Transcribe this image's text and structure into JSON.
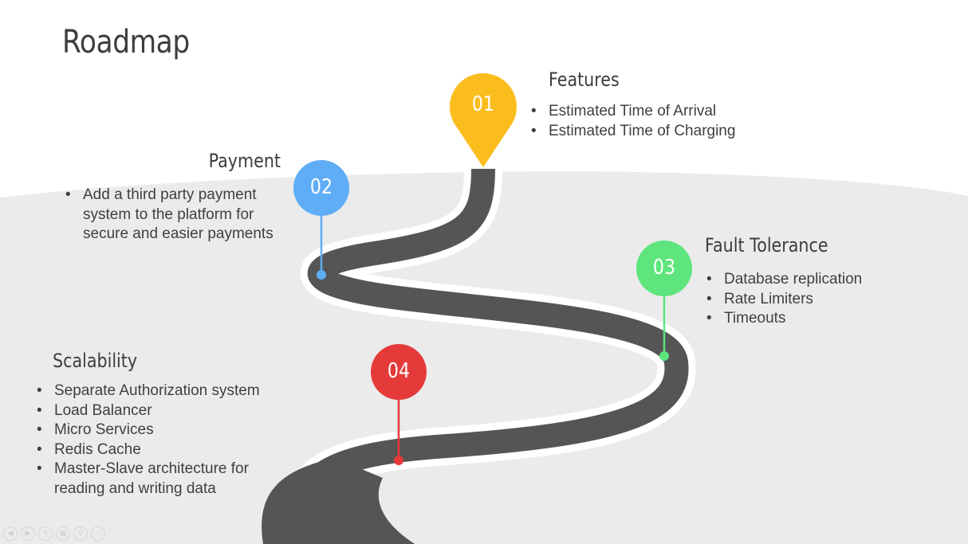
{
  "title": "Roadmap",
  "colors": {
    "road": "#555555",
    "road_edge": "#ffffff",
    "hill": "#ebebeb",
    "step1": "#fbbd1e",
    "step2": "#5eadf6",
    "step3": "#5ee57d",
    "step4": "#e53a3a"
  },
  "steps": [
    {
      "number": "01",
      "heading": "Features",
      "items": [
        "Estimated Time of Arrival",
        "Estimated Time of Charging"
      ]
    },
    {
      "number": "02",
      "heading": "Payment",
      "items": [
        "Add a third party payment system to the platform for secure and easier payments"
      ]
    },
    {
      "number": "03",
      "heading": "Fault Tolerance",
      "items": [
        "Database replication",
        "Rate Limiters",
        "Timeouts"
      ]
    },
    {
      "number": "04",
      "heading": "Scalability",
      "items": [
        "Separate Authorization system",
        "Load Balancer",
        "Micro Services",
        "Redis Cache",
        "Master-Slave architecture for reading and writing data"
      ]
    }
  ],
  "controls": [
    "previous-icon",
    "next-icon",
    "pen-icon",
    "slides-icon",
    "zoom-icon",
    "more-icon"
  ]
}
